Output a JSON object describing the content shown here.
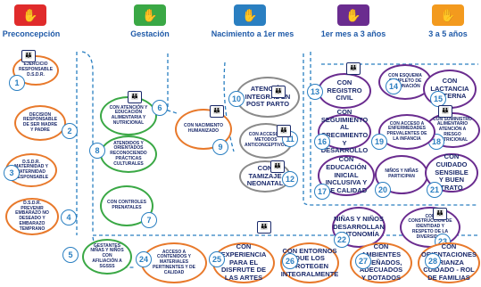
{
  "stages": [
    {
      "label": "Preconcepción",
      "color": "#e02b2b",
      "icon_name": "pregnancy-icon",
      "cx": 0
    },
    {
      "label": "Gestación",
      "color": "#3aa845",
      "icon_name": "hand-icon"
    },
    {
      "label": "Nacimiento a 1er mes",
      "color": "#2a7fc1",
      "icon_name": "hand-baby-icon"
    },
    {
      "label": "1er mes a 3 años",
      "color": "#6a2c8f",
      "icon_name": "hand-child-icon"
    },
    {
      "label": "3 a 5 años",
      "color": "#f39a1e",
      "icon_name": "hand-kid-icon"
    }
  ],
  "items": [
    {
      "n": "1",
      "text": "EJERCICIO RESPONSABLE D.S.D.R.",
      "color": "#e8792b"
    },
    {
      "n": "2",
      "text": "DECISION RESPONSABLE DE SER MADRE Y PADRE",
      "color": "#e8792b"
    },
    {
      "n": "3",
      "text": "D.S.D.R. MATERNIDAD Y PATERNIDAD RESPONSABLE",
      "color": "#e8792b"
    },
    {
      "n": "4",
      "text": "D.S.D.R. PREVENIR EMBARAZO NO DESEADO Y EMBARAZO TEMPRANO",
      "color": "#e8792b"
    },
    {
      "n": "5",
      "text": "GESTANTES NIÑAS Y NIÑOS CON AFILIACIÓN A SGSSS",
      "color": "#3aa845"
    },
    {
      "n": "6",
      "text": "CON ATENCIÓN Y EDUCACIÓN ALIMENTARIA Y NUTRICIONAL",
      "color": "#3aa845"
    },
    {
      "n": "7",
      "text": "CON CONTROLES PRENATALES",
      "color": "#3aa845"
    },
    {
      "n": "8",
      "text": "ATENDIDOS Y ORIENTADOS RECONOCIENDO PRÁCTICAS CULTURALES",
      "color": "#3aa845"
    },
    {
      "n": "9",
      "text": "CON NACIMIENTO HUMANIZADO",
      "color": "#e8792b"
    },
    {
      "n": "10",
      "text": "ATENCIÓN INTEGRAL EN POST PARTO",
      "color": "#8a8a8a"
    },
    {
      "n": "11",
      "text": "CON ACCESO A METODOS ANTICONCEPTIVOS",
      "color": "#8a8a8a"
    },
    {
      "n": "12",
      "text": "CON TAMIZAJE NEONATAL",
      "color": "#8a8a8a"
    },
    {
      "n": "13",
      "text": "CON REGISTRO CIVIL",
      "color": "#6a2c8f"
    },
    {
      "n": "14",
      "text": "CON ESQUEMA COMPLETO DE VACUNACIÓN",
      "color": "#6a2c8f"
    },
    {
      "n": "15",
      "text": "CON LACTANCIA MATERNA",
      "color": "#6a2c8f"
    },
    {
      "n": "16",
      "text": "CON SEGUIMIENTO AL CRECIMIENTO Y DESARROLLO",
      "color": "#6a2c8f"
    },
    {
      "n": "17",
      "text": "CON EDUCACIÓN INICIAL INCLUSIVA Y DE CALIDAD",
      "color": "#6a2c8f"
    },
    {
      "n": "18",
      "text": "CON SUMINISTRO ALIMENTARIO ATENCIÓN A RIESGO NUTRICIONAL",
      "color": "#6a2c8f"
    },
    {
      "n": "19",
      "text": "CON ACCESO A ENFERMEDADES PREVALENTES DE LA INFANCIA",
      "color": "#6a2c8f"
    },
    {
      "n": "20",
      "text": "NIÑOS Y NIÑAS PARTICIPAN",
      "color": "#6a2c8f"
    },
    {
      "n": "21",
      "text": "CON CUIDADO SENSIBLE Y BUEN TRATO",
      "color": "#6a2c8f"
    },
    {
      "n": "22",
      "text": "NIÑAS Y NIÑOS DESARROLLAN AUTONOMÍA",
      "color": "#6a2c8f"
    },
    {
      "n": "23",
      "text": "CON CONSTRUCCIÓN DE IDENTIDAD Y RESPETO DE LA DIVERSIDAD",
      "color": "#6a2c8f"
    },
    {
      "n": "24",
      "text": "ACCESO A CONTENIDOS Y MATERIALES PERTINENTES Y DE CALIDAD",
      "color": "#e8792b"
    },
    {
      "n": "25",
      "text": "CON EXPERIENCIA PARA EL DISFRUTE DE LAS ARTES",
      "color": "#e8792b"
    },
    {
      "n": "26",
      "text": "CON ENTORNOS QUE LOS PROTEGEN INTEGRALMENTE",
      "color": "#e8792b"
    },
    {
      "n": "27",
      "text": "CON AMBIENTES DISEÑADOS, ADECUADOS Y DOTADOS",
      "color": "#e8792b"
    },
    {
      "n": "28",
      "text": "CON ORIENTACIONES CRIANZA CUIDADO - ROL DE FAMILIAS",
      "color": "#e8792b"
    }
  ]
}
